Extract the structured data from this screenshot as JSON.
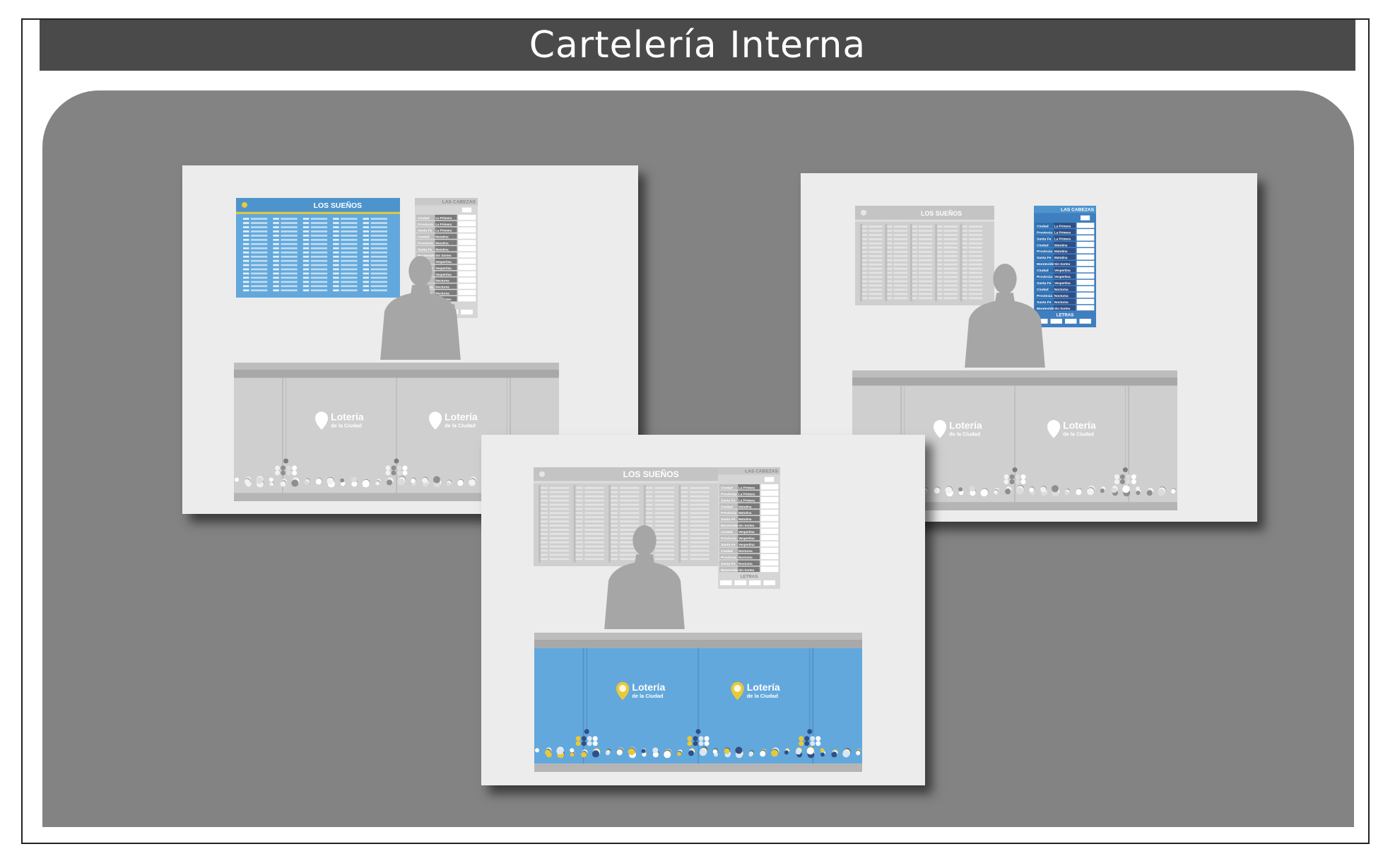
{
  "page": {
    "title": "Cartelería Interna"
  },
  "mockups": [
    {
      "id": "sign-blue",
      "board_title": "LOS SUEÑOS",
      "side_title": "LAS CABEZAS",
      "brand_line1": "Lotería",
      "brand_line2": "de la Ciudad",
      "side_footer": "LETRAS"
    },
    {
      "id": "side-blue",
      "board_title": "LOS SUEÑOS",
      "side_title": "LAS CABEZAS",
      "brand_line1": "Lotería",
      "brand_line2": "de la Ciudad",
      "side_footer": "LETRAS"
    },
    {
      "id": "counter-blue",
      "board_title": "LOS SUEÑOS",
      "side_title": "LAS CABEZAS",
      "brand_line1": "Lotería",
      "brand_line2": "de la Ciudad",
      "side_footer": "LETRAS"
    }
  ],
  "side_rows": [
    {
      "city": "Ciudad",
      "draw": "La Primera"
    },
    {
      "city": "Provincia",
      "draw": "La Primera"
    },
    {
      "city": "Santa Fe",
      "draw": "La Primera"
    },
    {
      "city": "Ciudad",
      "draw": "Matutina"
    },
    {
      "city": "Provincia",
      "draw": "Matutina"
    },
    {
      "city": "Santa Fe",
      "draw": "Matutina"
    },
    {
      "city": "Montevideo",
      "draw": "Sin Sorteo"
    },
    {
      "city": "Ciudad",
      "draw": "Vespertina"
    },
    {
      "city": "Provincia",
      "draw": "Vespertina"
    },
    {
      "city": "Santa Fe",
      "draw": "Vespertina"
    },
    {
      "city": "Ciudad",
      "draw": "Nocturna"
    },
    {
      "city": "Provincia",
      "draw": "Nocturna"
    },
    {
      "city": "Santa Fe",
      "draw": "Nocturna"
    },
    {
      "city": "Montevideo",
      "draw": "Sin Sorteo"
    }
  ],
  "colors": {
    "stage": "#838383",
    "card": "#ececec",
    "blue": "#62a8dc",
    "dark_blue": "#2f4f86",
    "yellow": "#e7c93a",
    "silhouette": "#a6a6a6",
    "counter_grey": "#cfcfcf"
  }
}
